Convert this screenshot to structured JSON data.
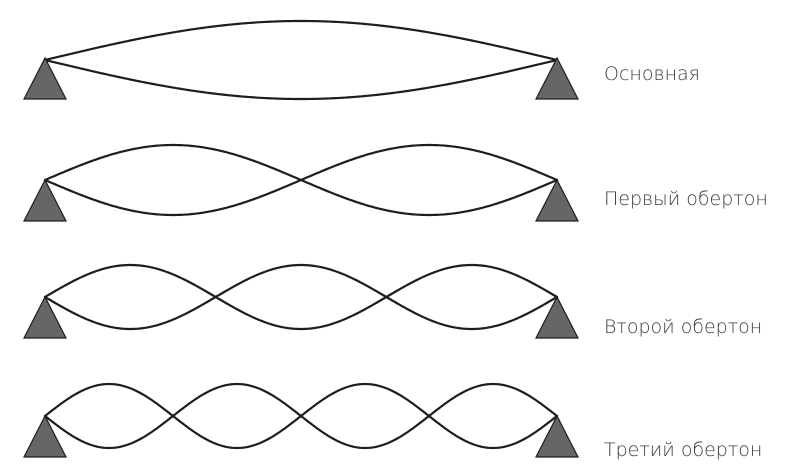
{
  "diagram": {
    "modes": [
      {
        "label": "Основная",
        "loops": 1
      },
      {
        "label": "Первый обертон",
        "loops": 2
      },
      {
        "label": "Второй обертон",
        "loops": 3
      },
      {
        "label": "Третий обертон",
        "loops": 4
      }
    ],
    "colors": {
      "string": "#1e1e1e",
      "support": "#666666",
      "label": "#3a3a3a"
    }
  }
}
